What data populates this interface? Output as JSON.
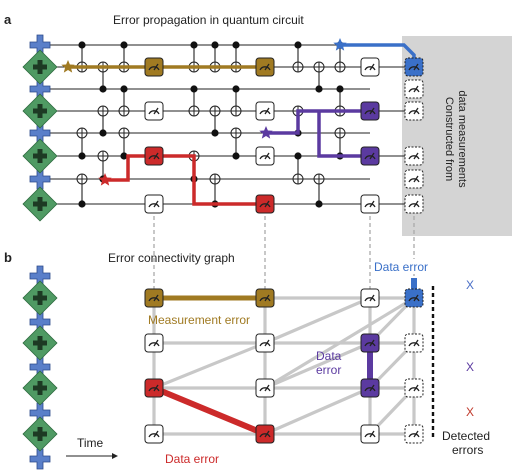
{
  "panel_a": {
    "letter": "a",
    "title": "Error propagation in quantum circuit",
    "side_label_line1": "Constructed from",
    "side_label_line2": "data measurements"
  },
  "panel_b": {
    "letter": "b",
    "title": "Error connectivity graph",
    "measurement_error_label": "Measurement error",
    "data_error_bottom_label": "Data error",
    "data_error_mid_line1": "Data",
    "data_error_mid_line2": "error",
    "data_error_top_label": "Data error",
    "time_label": "Time",
    "detected_line1": "Detected",
    "detected_line2": "errors",
    "x_marks": [
      {
        "text": "X",
        "color": "#4a6fc7"
      },
      {
        "text": "X",
        "color": "#5b3aa0"
      },
      {
        "text": "X",
        "color": "#c0392b"
      }
    ]
  },
  "colors": {
    "measurement_error": "#a07a22",
    "data_error": "#cc2a2a",
    "purple_error": "#5b3aa0",
    "blue_error": "#3a70c8",
    "graph_edge": "#c8c8c8",
    "data_qubit": "#4f9a63",
    "meas_qubit": "#5a7fc9",
    "gray_panel": "#d4d4d4"
  }
}
